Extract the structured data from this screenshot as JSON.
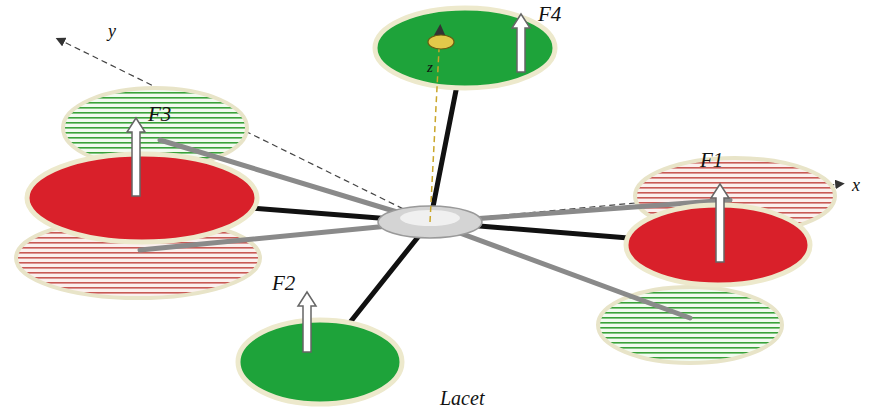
{
  "diagram": {
    "caption": "Lacet",
    "labels": [
      "F4",
      "F3",
      "F1",
      "F2",
      "y",
      "x",
      "z"
    ]
  }
}
